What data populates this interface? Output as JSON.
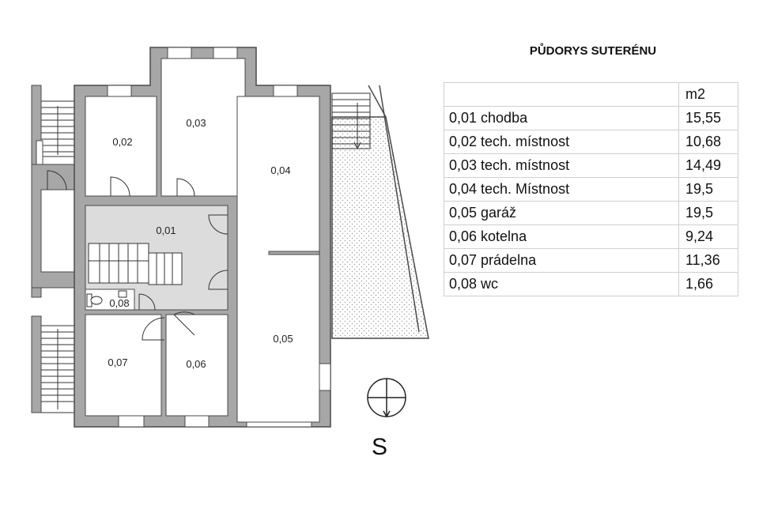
{
  "title": "PŮDORYS SUTERÉNU",
  "table": {
    "unit_header": "m2",
    "rows": [
      {
        "name": "0,01 chodba",
        "area": "15,55"
      },
      {
        "name": "0,02 tech. místnost",
        "area": "10,68"
      },
      {
        "name": "0,03 tech. místnost",
        "area": "14,49"
      },
      {
        "name": "0,04 tech. Místnost",
        "area": "19,5"
      },
      {
        "name": "0,05 garáž",
        "area": "19,5"
      },
      {
        "name": "0,06 kotelna",
        "area": "9,24"
      },
      {
        "name": "0,07 prádelna",
        "area": "11,36"
      },
      {
        "name": "0,08 wc",
        "area": "1,66"
      }
    ]
  },
  "plan": {
    "room_labels": [
      "0,01",
      "0,02",
      "0,03",
      "0,04",
      "0,05",
      "0,06",
      "0,07",
      "0,08"
    ],
    "north_label": "S"
  },
  "colors": {
    "wall": "#a7a7a7",
    "wall_outline": "#4a4a4a",
    "hall_fill": "#dcdcdc",
    "terrace_hatch": "#bdbdbd"
  }
}
